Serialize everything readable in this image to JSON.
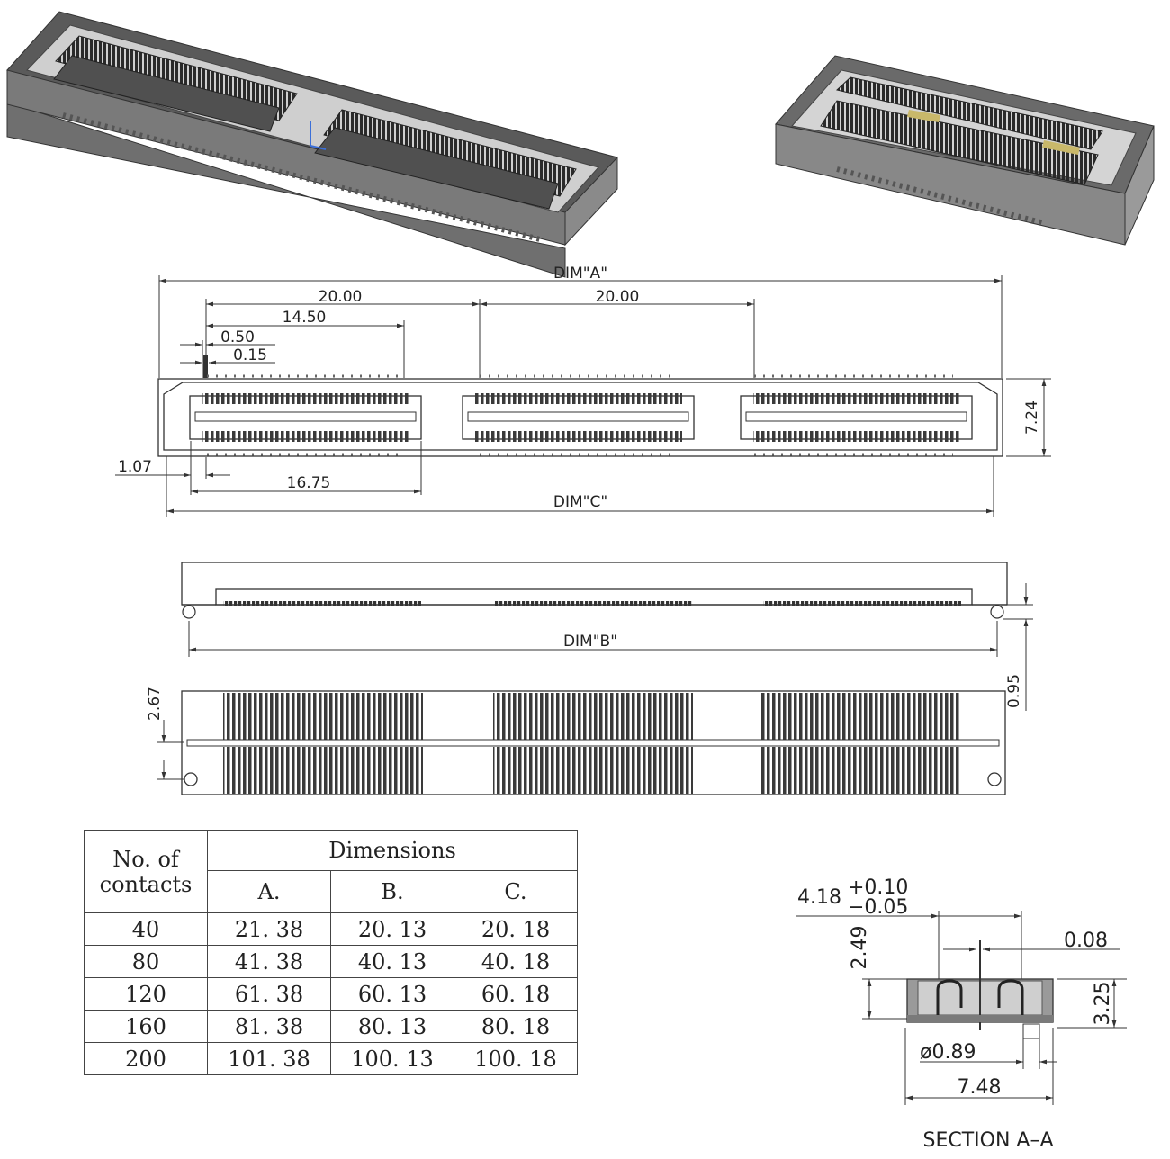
{
  "top_view": {
    "dim_a_label": "DIM\"A\"",
    "dim_c_label": "DIM\"C\"",
    "pitch_20_left": "20.00",
    "pitch_20_right": "20.00",
    "dim_14_50": "14.50",
    "dim_0_50": "0.50",
    "dim_0_15": "0.15",
    "dim_7_24": "7.24",
    "dim_1_07": "1.07",
    "dim_16_75": "16.75"
  },
  "side_view": {
    "dim_b_label": "DIM\"B\"",
    "dim_0_95": "0.95"
  },
  "bottom_view": {
    "dim_2_67": "2.67"
  },
  "section": {
    "dim_4_18": "4.18",
    "tol_plus": "+0.10",
    "tol_minus": "−0.05",
    "dim_0_08": "0.08",
    "dim_2_49": "2.49",
    "dim_3_25": "3.25",
    "dim_0_89": "ø0.89",
    "dim_7_48": "7.48",
    "title": "SECTION  A–A"
  },
  "table": {
    "col0_header_line1": "No. of",
    "col0_header_line2": "contacts",
    "group_header": "Dimensions",
    "sub_headers": [
      "A.",
      "B.",
      "C."
    ],
    "rows": [
      {
        "contacts": "40",
        "a": "21. 38",
        "b": "20. 13",
        "c": "20. 18"
      },
      {
        "contacts": "80",
        "a": "41. 38",
        "b": "40. 13",
        "c": "40. 18"
      },
      {
        "contacts": "120",
        "a": "61. 38",
        "b": "60. 13",
        "c": "60. 18"
      },
      {
        "contacts": "160",
        "a": "81. 38",
        "b": "80. 13",
        "c": "80. 18"
      },
      {
        "contacts": "200",
        "a": "101. 38",
        "b": "100. 13",
        "c": "100. 18"
      }
    ]
  }
}
